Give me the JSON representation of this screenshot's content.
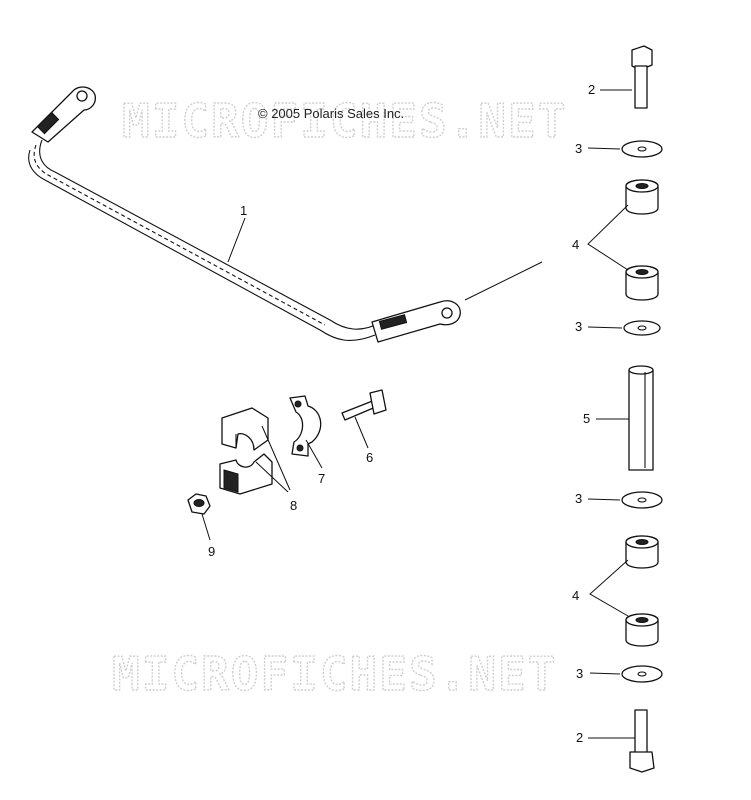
{
  "watermark": "MICROFICHES.NET",
  "copyright": "© 2005 Polaris Sales Inc.",
  "callouts": {
    "c1": "1",
    "c2_top": "2",
    "c3_a": "3",
    "c4_top": "4",
    "c3_b": "3",
    "c5": "5",
    "c3_c": "3",
    "c4_bottom": "4",
    "c3_d": "3",
    "c2_bottom": "2",
    "c6": "6",
    "c7": "7",
    "c8": "8",
    "c9": "9"
  }
}
